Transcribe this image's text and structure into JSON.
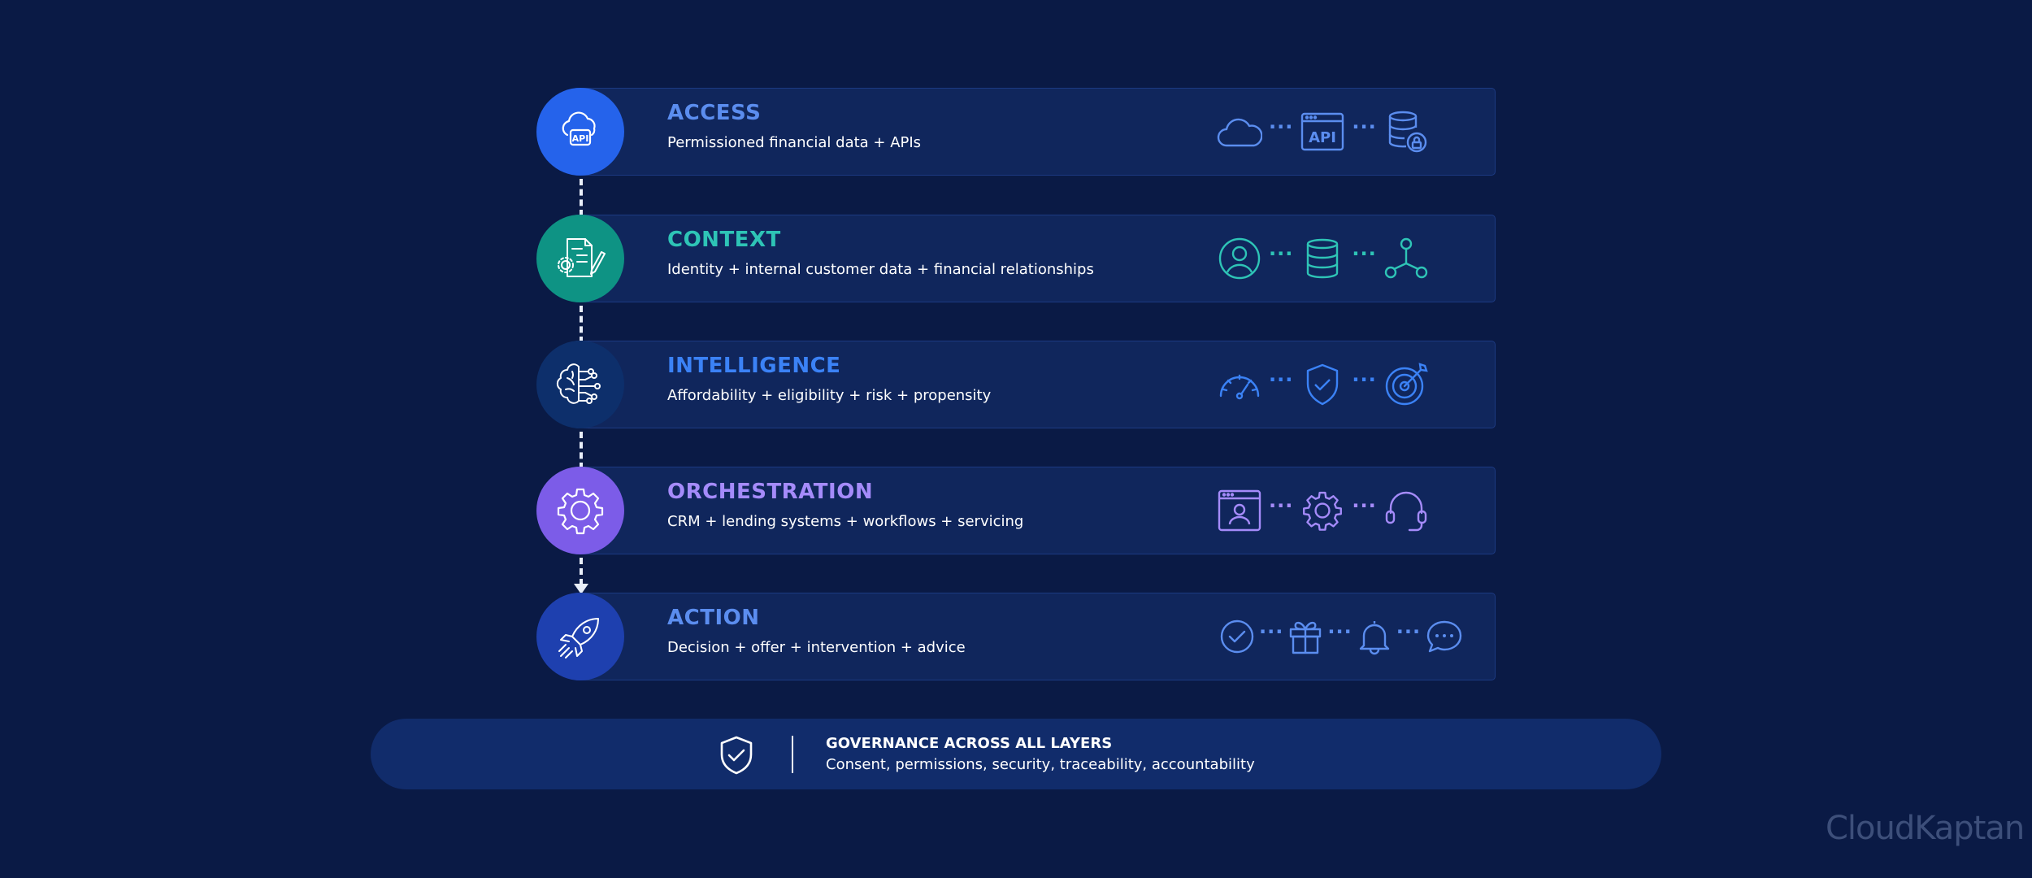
{
  "layers": [
    {
      "title": "ACCESS",
      "subtitle": "Permissioned financial data + APIs",
      "color": "#5b8def",
      "circle": "#2563eb"
    },
    {
      "title": "CONTEXT",
      "subtitle": "Identity + internal customer data + financial relationships",
      "color": "#2ec4b6",
      "circle": "#0e9384"
    },
    {
      "title": "INTELLIGENCE",
      "subtitle": "Affordability + eligibility + risk + propensity",
      "color": "#3b82f6",
      "circle": "#0d2f6b"
    },
    {
      "title": "ORCHESTRATION",
      "subtitle": "CRM + lending systems + workflows + servicing",
      "color": "#a58bfa",
      "circle": "#7c5ce8"
    },
    {
      "title": "ACTION",
      "subtitle": "Decision + offer + intervention + advice",
      "color": "#5b8def",
      "circle": "#1e40af"
    }
  ],
  "layer_icons": {
    "access": [
      "api-cloud-icon",
      "cloud-icon",
      "api-window-icon",
      "secure-database-icon"
    ],
    "context": [
      "document-gear-icon",
      "user-icon",
      "database-icon",
      "network-icon"
    ],
    "intelligence": [
      "ai-brain-icon",
      "gauge-icon",
      "shield-check-icon",
      "target-icon"
    ],
    "orchestration": [
      "gear-icon",
      "profile-window-icon",
      "gear-icon",
      "headset-icon"
    ],
    "action": [
      "rocket-icon",
      "check-circle-icon",
      "gift-icon",
      "bell-icon",
      "chat-icon"
    ]
  },
  "api_label": "API",
  "governance": {
    "title": "GOVERNANCE ACROSS ALL LAYERS",
    "subtitle": "Consent, permissions, security, traceability, accountability"
  },
  "logo": "CloudKaptan"
}
